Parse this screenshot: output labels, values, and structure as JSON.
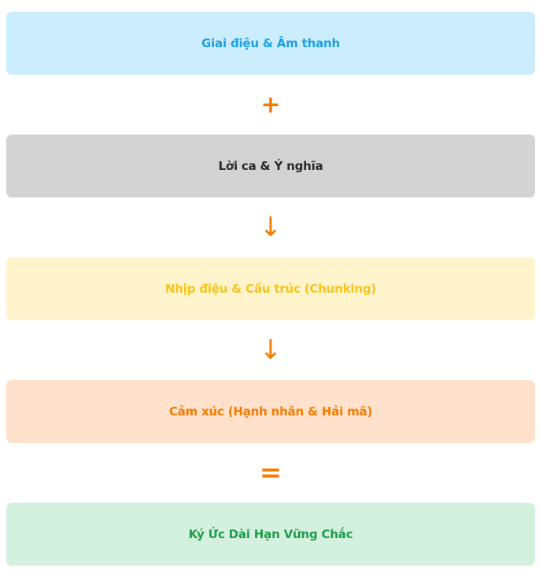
{
  "steps": [
    {
      "label": "Giai điệu & Âm thanh",
      "bg": "#cceefc",
      "color": "#1aa0e6"
    },
    {
      "label": "Lời ca & Ý nghĩa",
      "bg": "#d3d3d3",
      "color": "#2a2a2a"
    },
    {
      "label": "Nhịp điệu & Cấu trúc (Chunking)",
      "bg": "#fff4cc",
      "color": "#f5c518"
    },
    {
      "label": "Cảm xúc (Hạnh nhân & Hải mã)",
      "bg": "#ffe1cc",
      "color": "#f57c00"
    },
    {
      "label": "Ký Ức Dài Hạn Vững Chắc",
      "bg": "#d4f0de",
      "color": "#1e9e4a"
    }
  ],
  "operators": [
    "+",
    "↓",
    "↓",
    "="
  ]
}
